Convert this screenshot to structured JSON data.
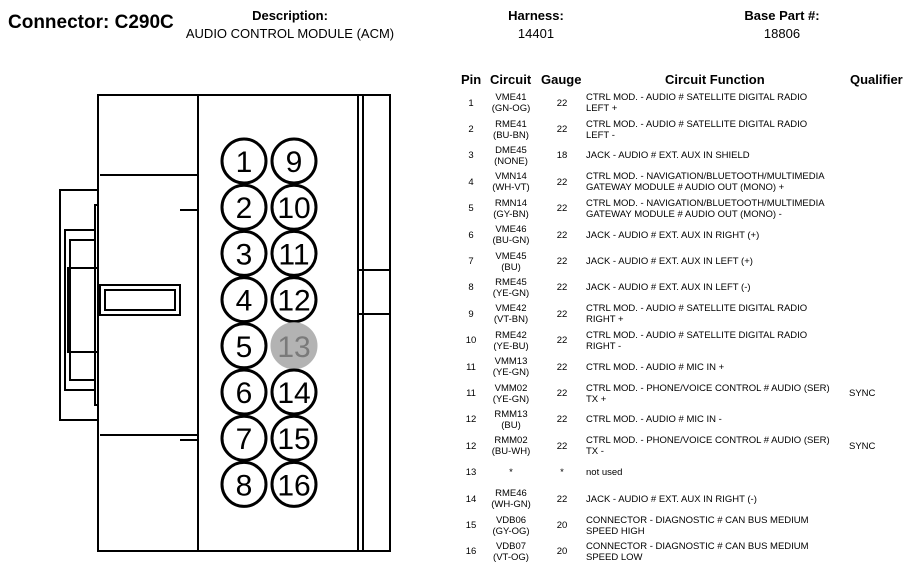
{
  "connector": {
    "label": "Connector: C290C"
  },
  "header": {
    "description_label": "Description:",
    "description_value": "AUDIO CONTROL MODULE (ACM)",
    "harness_label": "Harness:",
    "harness_value": "14401",
    "base_part_label": "Base Part #:",
    "base_part_value": "18806"
  },
  "table": {
    "columns": [
      "Pin",
      "Circuit",
      "Gauge",
      "Circuit Function",
      "Qualifier"
    ],
    "rows": [
      {
        "pin": "1",
        "circuit": [
          "VME41",
          "(GN-OG)"
        ],
        "gauge": "22",
        "function": [
          "CTRL MOD. - AUDIO # SATELLITE DIGITAL RADIO",
          "LEFT +"
        ],
        "qualifier": ""
      },
      {
        "pin": "2",
        "circuit": [
          "RME41",
          "(BU-BN)"
        ],
        "gauge": "22",
        "function": [
          "CTRL MOD. - AUDIO # SATELLITE DIGITAL RADIO",
          "LEFT -"
        ],
        "qualifier": ""
      },
      {
        "pin": "3",
        "circuit": [
          "DME45",
          "(NONE)"
        ],
        "gauge": "18",
        "function": [
          "JACK - AUDIO # EXT. AUX IN SHIELD"
        ],
        "qualifier": ""
      },
      {
        "pin": "4",
        "circuit": [
          "VMN14",
          "(WH-VT)"
        ],
        "gauge": "22",
        "function": [
          "CTRL MOD. - NAVIGATION/BLUETOOTH/MULTIMEDIA",
          "GATEWAY MODULE # AUDIO OUT (MONO) +"
        ],
        "qualifier": ""
      },
      {
        "pin": "5",
        "circuit": [
          "RMN14",
          "(GY-BN)"
        ],
        "gauge": "22",
        "function": [
          "CTRL MOD. - NAVIGATION/BLUETOOTH/MULTIMEDIA",
          "GATEWAY MODULE # AUDIO OUT (MONO) -"
        ],
        "qualifier": ""
      },
      {
        "pin": "6",
        "circuit": [
          "VME46",
          "(BU-GN)"
        ],
        "gauge": "22",
        "function": [
          "JACK - AUDIO # EXT. AUX IN RIGHT (+)"
        ],
        "qualifier": ""
      },
      {
        "pin": "7",
        "circuit": [
          "VME45",
          "(BU)"
        ],
        "gauge": "22",
        "function": [
          "JACK - AUDIO # EXT. AUX IN LEFT (+)"
        ],
        "qualifier": ""
      },
      {
        "pin": "8",
        "circuit": [
          "RME45",
          "(YE-GN)"
        ],
        "gauge": "22",
        "function": [
          "JACK - AUDIO # EXT. AUX IN LEFT (-)"
        ],
        "qualifier": ""
      },
      {
        "pin": "9",
        "circuit": [
          "VME42",
          "(VT-BN)"
        ],
        "gauge": "22",
        "function": [
          "CTRL MOD. - AUDIO # SATELLITE DIGITAL RADIO",
          "RIGHT +"
        ],
        "qualifier": ""
      },
      {
        "pin": "10",
        "circuit": [
          "RME42",
          "(YE-BU)"
        ],
        "gauge": "22",
        "function": [
          "CTRL MOD. - AUDIO # SATELLITE DIGITAL RADIO",
          "RIGHT -"
        ],
        "qualifier": ""
      },
      {
        "pin": "11",
        "circuit": [
          "VMM13",
          "(YE-GN)"
        ],
        "gauge": "22",
        "function": [
          "CTRL MOD. - AUDIO # MIC IN +"
        ],
        "qualifier": ""
      },
      {
        "pin": "11",
        "circuit": [
          "VMM02",
          "(YE-GN)"
        ],
        "gauge": "22",
        "function": [
          "CTRL MOD. - PHONE/VOICE CONTROL # AUDIO (SER)",
          "TX +"
        ],
        "qualifier": "SYNC"
      },
      {
        "pin": "12",
        "circuit": [
          "RMM13",
          "(BU)"
        ],
        "gauge": "22",
        "function": [
          "CTRL MOD. - AUDIO # MIC IN -"
        ],
        "qualifier": ""
      },
      {
        "pin": "12",
        "circuit": [
          "RMM02",
          "(BU-WH)"
        ],
        "gauge": "22",
        "function": [
          "CTRL MOD. - PHONE/VOICE CONTROL # AUDIO (SER)",
          "TX -"
        ],
        "qualifier": "SYNC"
      },
      {
        "pin": "13",
        "circuit": [
          "*"
        ],
        "gauge": "*",
        "function": [
          "not used"
        ],
        "qualifier": ""
      },
      {
        "pin": "14",
        "circuit": [
          "RME46",
          "(WH-GN)"
        ],
        "gauge": "22",
        "function": [
          "JACK - AUDIO # EXT. AUX IN RIGHT (-)"
        ],
        "qualifier": ""
      },
      {
        "pin": "15",
        "circuit": [
          "VDB06",
          "(GY-OG)"
        ],
        "gauge": "20",
        "function": [
          "CONNECTOR - DIAGNOSTIC # CAN BUS MEDIUM",
          "SPEED HIGH"
        ],
        "qualifier": ""
      },
      {
        "pin": "16",
        "circuit": [
          "VDB07",
          "(VT-OG)"
        ],
        "gauge": "20",
        "function": [
          "CONNECTOR - DIAGNOSTIC # CAN BUS MEDIUM",
          "SPEED LOW"
        ],
        "qualifier": ""
      }
    ]
  },
  "connector_pins": {
    "left_column": [
      "1",
      "2",
      "3",
      "4",
      "5",
      "6",
      "7",
      "8"
    ],
    "right_column": [
      "9",
      "10",
      "11",
      "12",
      "13",
      "14",
      "15",
      "16"
    ],
    "unused_pin": "13",
    "colors": {
      "unused_fill": "#b3b3b3",
      "unused_text": "#7a7a7a",
      "pin_stroke": "#000000"
    }
  }
}
